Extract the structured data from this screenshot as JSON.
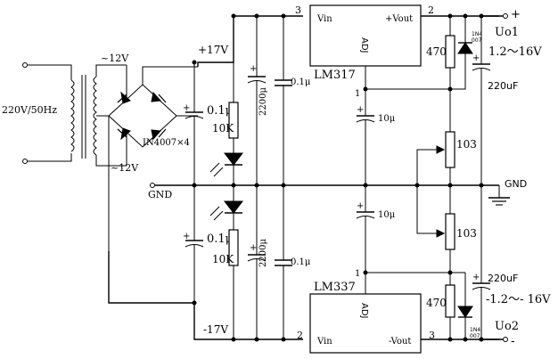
{
  "input": {
    "mains_label": "220V/50Hz"
  },
  "transformer": {
    "upper_secondary": "~12V",
    "lower_secondary": "~12V"
  },
  "bridge": {
    "label": "IN4007×4"
  },
  "rails": {
    "positive": "+17V",
    "negative": "-17V",
    "ground_left": "GND",
    "ground_right": "GND"
  },
  "capacitors": {
    "filter_cap_top": "0.1μ",
    "filter_cap_bottom": "0.1μ",
    "bulk_cap_top": "2200μ",
    "bulk_cap_bottom": "2200μ",
    "bypass_cap_top": "0.1μ",
    "bypass_cap_bottom": "0.1μ",
    "adj_cap_top": "10μ",
    "adj_cap_bottom": "10μ",
    "output_cap_top": "220uF",
    "output_cap_bottom": "220uF"
  },
  "resistors": {
    "led_res_top": "10K",
    "led_res_bottom": "10K",
    "pot_top": "103",
    "pot_bottom": "103",
    "set_res_top": "470",
    "set_res_bottom": "470"
  },
  "regulator_pos": {
    "name": "LM317",
    "vin": "Vin",
    "vout": "+Vout",
    "adj": "ADJ",
    "pin_in": "3",
    "pin_out": "2",
    "pin_adj": "1"
  },
  "regulator_neg": {
    "name": "LM337",
    "vin": "Vin",
    "vout": "-Vout",
    "adj": "ADJ",
    "pin_in": "2",
    "pin_out": "3",
    "pin_adj": "1"
  },
  "protect_diode": {
    "line1": "1N4",
    "line2": "007"
  },
  "outputs": {
    "positive_name": "Uo1",
    "positive_range": "1.2～16V",
    "positive_sign": "+",
    "negative_name": "Uo2",
    "negative_range": "-1.2～- 16V",
    "negative_sign": "-"
  },
  "polarity_mark": "+"
}
